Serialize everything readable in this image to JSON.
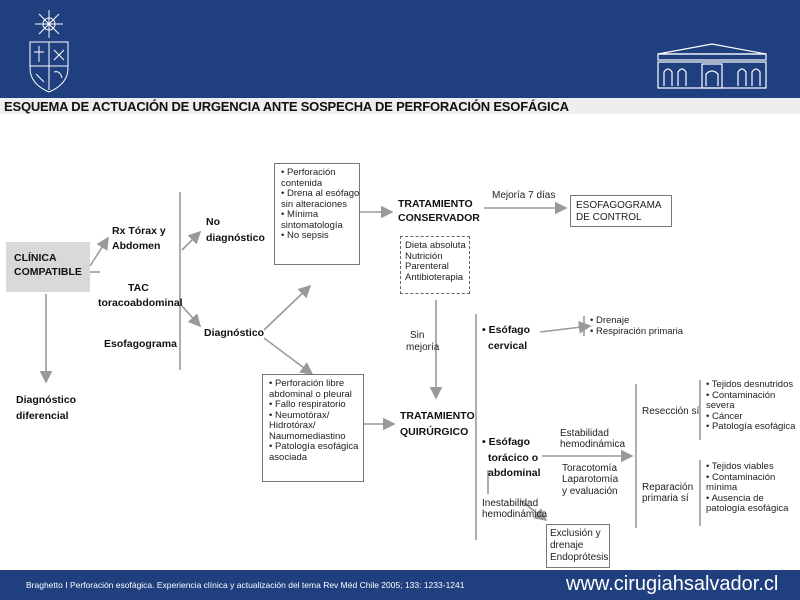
{
  "title": "ESQUEMA DE ACTUACIÓN DE URGENCIA ANTE SOSPECHA DE PERFORACIÓN ESOFÁGICA",
  "nodes": {
    "clinica": [
      "CLÍNICA",
      "COMPATIBLE"
    ],
    "rx": [
      "Rx Tórax y",
      "Abdomen"
    ],
    "tac": [
      "TAC",
      "toracoabdominal"
    ],
    "esofagograma": "Esofagograma",
    "no_diag": [
      "No",
      "diagnóstico"
    ],
    "diag": "Diagnóstico",
    "diferencial": [
      "Diagnóstico",
      "diferencial"
    ],
    "conservador": [
      "TRATAMIENTO",
      "CONSERVADOR"
    ],
    "quirurgico": [
      "TRATAMIENTO",
      "QUIRÚRGICO"
    ],
    "control": [
      "ESOFAGOGRAMA",
      "DE CONTROL"
    ],
    "mejoria": "Mejoría 7 días",
    "sin_mejoria": [
      "Sin",
      "mejoría"
    ],
    "cervical": [
      "• Esófago",
      "cervical"
    ],
    "toracico": [
      "• Esófago",
      "torácico o",
      "abdominal"
    ],
    "estabilidad": [
      "Estabilidad",
      "hemodinámica"
    ],
    "inestabilidad": [
      "Inestabilidad",
      "hemodinámica"
    ],
    "toracotomia": [
      "Toracotomía",
      "Laparotomía",
      "y evaluación"
    ],
    "reseccion": "Resección sí",
    "reparacion": [
      "Reparación",
      "primaria sí"
    ],
    "exclusion": [
      "Exclusión y",
      "drenaje",
      "Endoprótesis"
    ]
  },
  "lists": {
    "no_diag_box": [
      "• Perforación",
      "  contenida",
      "• Drena al esófago",
      "  sin alteraciones",
      "• Mínima",
      "  sintomatología",
      "• No sepsis"
    ],
    "diag_box": [
      "• Perforación libre",
      "  abdominal o pleural",
      "• Fallo respiratorio",
      "• Neumotórax/",
      "  Hidrotórax/",
      "  Naumomediastino",
      "• Patología esofágica",
      "  asociada"
    ],
    "dieta": [
      "Dieta absoluta",
      "Nutrición",
      "Parenteral",
      "Antibioterapia"
    ],
    "cervical_tx": [
      "• Drenaje",
      "• Respiración primaria"
    ],
    "reseccion_list": [
      "• Tejidos desnutridos",
      "• Contaminación",
      "  severa",
      "• Cáncer",
      "• Patología esofágica"
    ],
    "reparacion_list": [
      "• Tejidos viables",
      "• Contaminación",
      "  mínima",
      "• Ausencia de",
      "  patología esofágica"
    ]
  },
  "footer": {
    "citation": "Braghetto I Perforación esofágica. Experiencia clínica y actualización del tema Rev Méd Chile 2005; 133: 1233-1241",
    "url": "www.cirugiahsalvador.cl"
  },
  "colors": {
    "brand": "#1f3f7f",
    "lines": "#999999"
  }
}
